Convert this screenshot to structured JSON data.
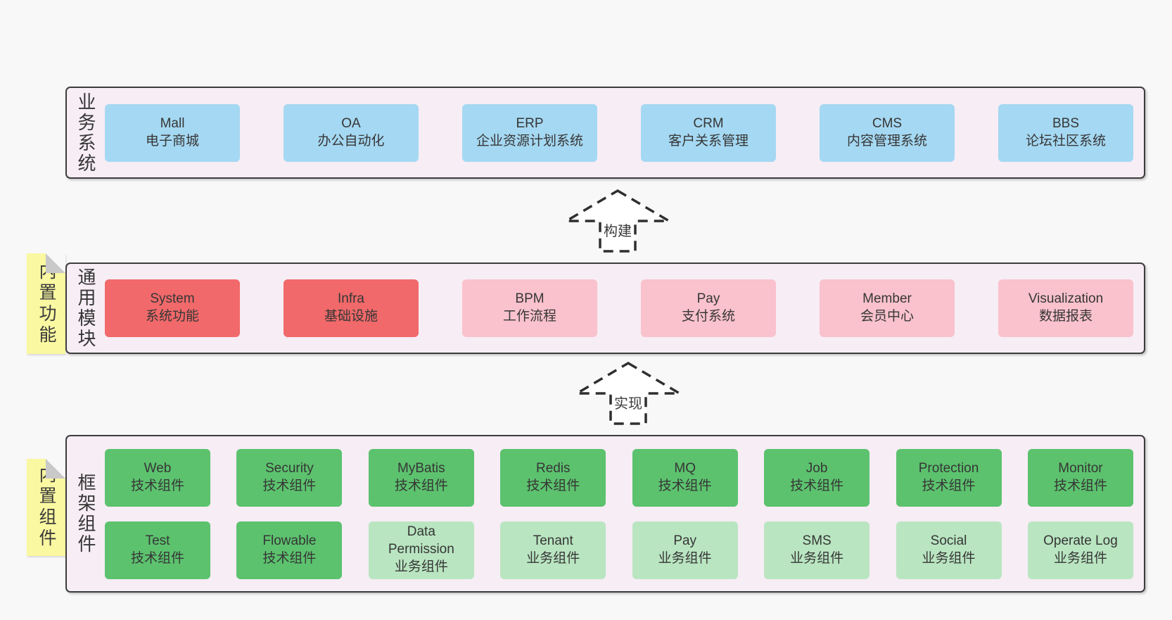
{
  "colors": {
    "blue": "#a5d8f2",
    "red": "#f1696a",
    "pink": "#f9c2cd",
    "green": "#5cc26e",
    "lightgreen": "#b9e5c1",
    "sticky_yellow": "#faf8a1",
    "sticky_fold_grey": "#c9c9c9",
    "layer_background": "#f7edf5",
    "layer_border": "#3d3d3d",
    "page_background": "#f8f8f8",
    "arrow_stroke": "#2f2f2f",
    "text": "#363636"
  },
  "layers": [
    {
      "id": "business-systems",
      "label": "业务系统",
      "boxes": [
        {
          "title": "Mall",
          "subtitle": "电子商城",
          "type": "blue"
        },
        {
          "title": "OA",
          "subtitle": "办公自动化",
          "type": "blue"
        },
        {
          "title": "ERP",
          "subtitle": "企业资源计划系统",
          "type": "blue"
        },
        {
          "title": "CRM",
          "subtitle": "客户关系管理",
          "type": "blue"
        },
        {
          "title": "CMS",
          "subtitle": "内容管理系统",
          "type": "blue"
        },
        {
          "title": "BBS",
          "subtitle": "论坛社区系统",
          "type": "blue"
        }
      ]
    },
    {
      "id": "common-modules",
      "label": "通用模块",
      "sticky": "内置功能",
      "boxes": [
        {
          "title": "System",
          "subtitle": "系统功能",
          "type": "red"
        },
        {
          "title": "Infra",
          "subtitle": "基础设施",
          "type": "red"
        },
        {
          "title": "BPM",
          "subtitle": "工作流程",
          "type": "pink"
        },
        {
          "title": "Pay",
          "subtitle": "支付系统",
          "type": "pink"
        },
        {
          "title": "Member",
          "subtitle": "会员中心",
          "type": "pink"
        },
        {
          "title": "Visualization",
          "subtitle": "数据报表",
          "type": "pink"
        }
      ]
    },
    {
      "id": "framework-components",
      "label": "框架组件",
      "sticky": "内置组件",
      "rows": [
        [
          {
            "title": "Web",
            "subtitle": "技术组件",
            "type": "green"
          },
          {
            "title": "Security",
            "subtitle": "技术组件",
            "type": "green"
          },
          {
            "title": "MyBatis",
            "subtitle": "技术组件",
            "type": "green"
          },
          {
            "title": "Redis",
            "subtitle": "技术组件",
            "type": "green"
          },
          {
            "title": "MQ",
            "subtitle": "技术组件",
            "type": "green"
          },
          {
            "title": "Job",
            "subtitle": "技术组件",
            "type": "green"
          },
          {
            "title": "Protection",
            "subtitle": "技术组件",
            "type": "green"
          },
          {
            "title": "Monitor",
            "subtitle": "技术组件",
            "type": "green"
          }
        ],
        [
          {
            "title": "Test",
            "subtitle": "技术组件",
            "type": "green"
          },
          {
            "title": "Flowable",
            "subtitle": "技术组件",
            "type": "green"
          },
          {
            "title": "Data\nPermission",
            "subtitle": "业务组件",
            "type": "lightgreen"
          },
          {
            "title": "Tenant",
            "subtitle": "业务组件",
            "type": "lightgreen"
          },
          {
            "title": "Pay",
            "subtitle": "业务组件",
            "type": "lightgreen"
          },
          {
            "title": "SMS",
            "subtitle": "业务组件",
            "type": "lightgreen"
          },
          {
            "title": "Social",
            "subtitle": "业务组件",
            "type": "lightgreen"
          },
          {
            "title": "Operate Log",
            "subtitle": "业务组件",
            "type": "lightgreen"
          }
        ]
      ]
    }
  ],
  "arrows": [
    {
      "label": "构建"
    },
    {
      "label": "实现"
    }
  ]
}
